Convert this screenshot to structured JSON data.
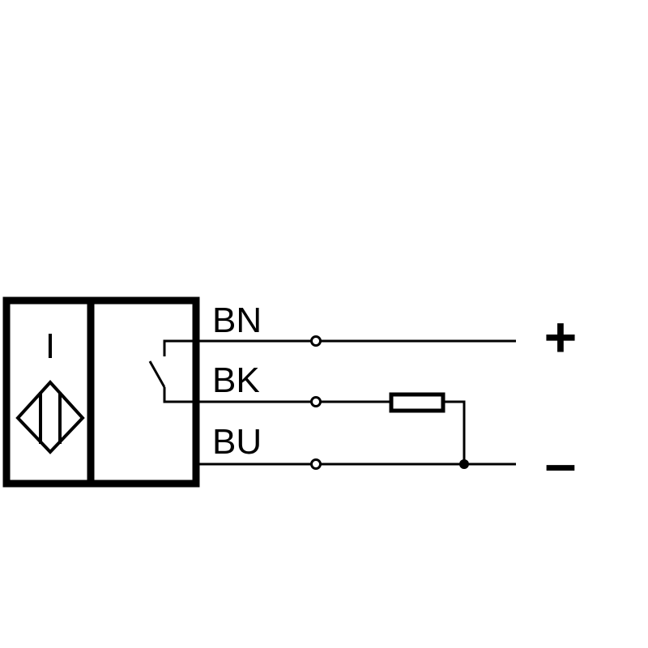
{
  "sensor": {
    "type_label": "I",
    "symbol_icon": "inductive-sensor-icon"
  },
  "wires": [
    {
      "label": "BN",
      "terminal": "+"
    },
    {
      "label": "BK",
      "terminal": ""
    },
    {
      "label": "BU",
      "terminal": "–"
    }
  ],
  "colors": {
    "line": "#000000",
    "background": "#ffffff"
  }
}
